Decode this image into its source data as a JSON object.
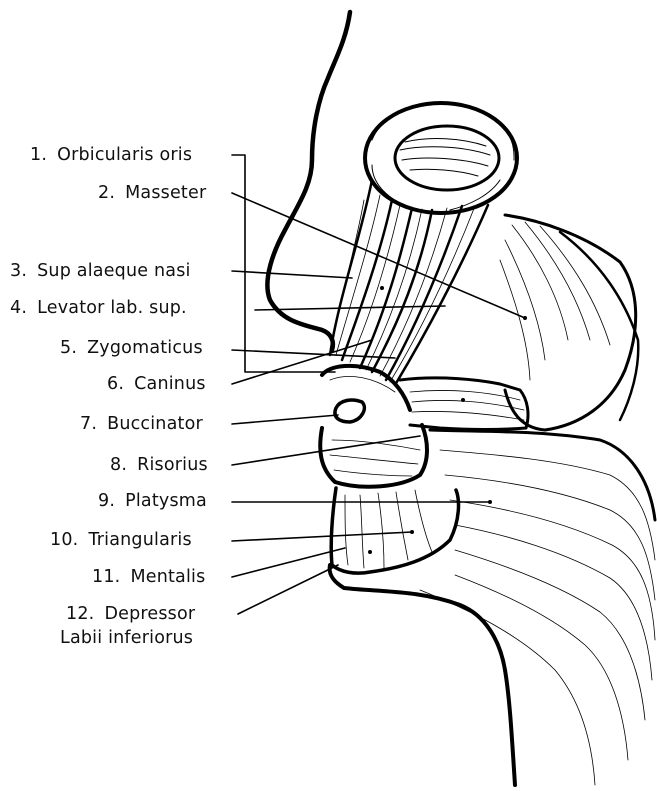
{
  "labels": [
    {
      "num": "1.",
      "text": "Orbicularis oris"
    },
    {
      "num": "2.",
      "text": "Masseter"
    },
    {
      "num": "3.",
      "text": "Sup alaeque nasi"
    },
    {
      "num": "4.",
      "text": "Levator lab. sup."
    },
    {
      "num": "5.",
      "text": "Zygomaticus"
    },
    {
      "num": "6.",
      "text": "Caninus"
    },
    {
      "num": "7.",
      "text": "Buccinator"
    },
    {
      "num": "8.",
      "text": "Risorius"
    },
    {
      "num": "9.",
      "text": "Platysma"
    },
    {
      "num": "10.",
      "text": "Triangularis"
    },
    {
      "num": "11.",
      "text": "Mentalis"
    },
    {
      "num": "12.",
      "text": "Depressor",
      "text2": "Labii inferiorus"
    }
  ]
}
